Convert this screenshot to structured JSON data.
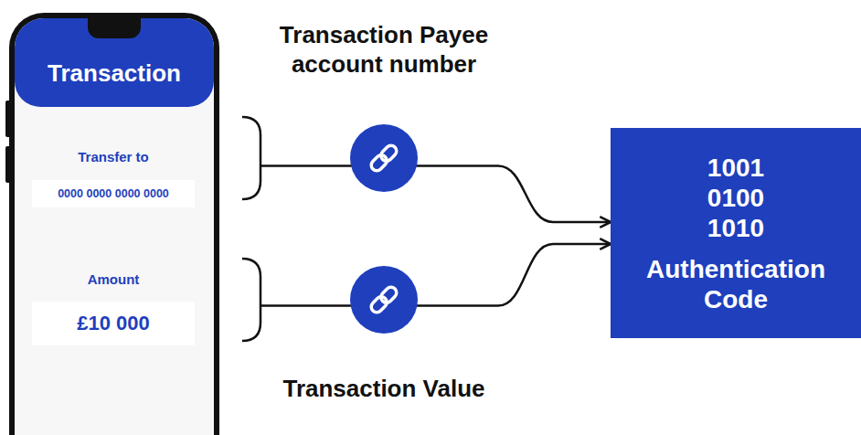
{
  "diagram": {
    "nodes": [
      {
        "text": [
          "Transaction"
        ]
      },
      {
        "text": [
          "Transfer to",
          "0000 0000 0000 0000"
        ]
      },
      {
        "text": [
          "Amount",
          "£10 000"
        ]
      },
      {
        "text": [
          "1001 0100 1010",
          "Authentication Code"
        ]
      }
    ],
    "edges": [
      {
        "from": 1,
        "to": 3,
        "arrow": "to"
      },
      {
        "from": 2,
        "to": 3,
        "arrow": "to"
      }
    ],
    "labels": [
      "Transaction Payee account number",
      "Transaction Value"
    ]
  }
}
